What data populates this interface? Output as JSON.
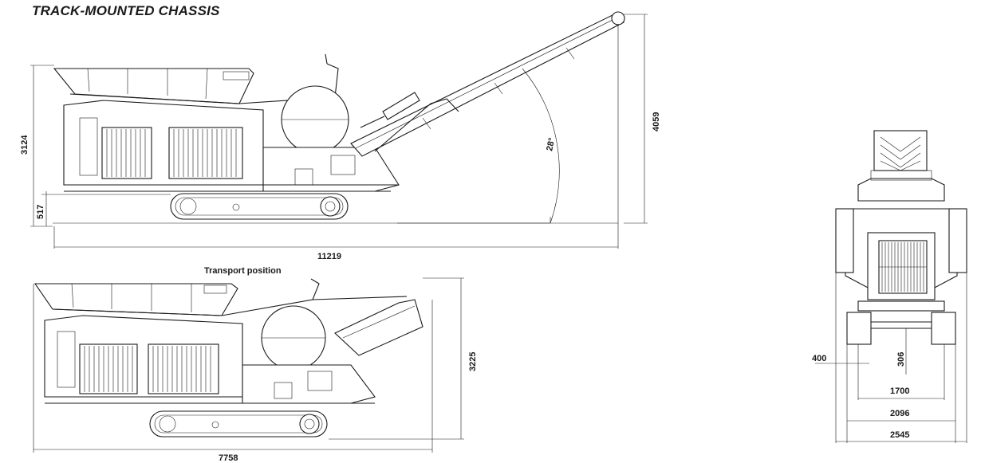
{
  "title": "TRACK-MOUNTED CHASSIS",
  "side_view": {
    "height_total": "3124",
    "ground_clearance": "517",
    "length": "11219",
    "discharge_height": "4059",
    "conveyor_angle": "28°"
  },
  "transport_view": {
    "label": "Transport position",
    "height": "3225",
    "length": "7758"
  },
  "rear_view": {
    "dim_400": "400",
    "dim_306": "306",
    "track_inner": "1700",
    "track_outer": "2096",
    "overall_width": "2545"
  }
}
